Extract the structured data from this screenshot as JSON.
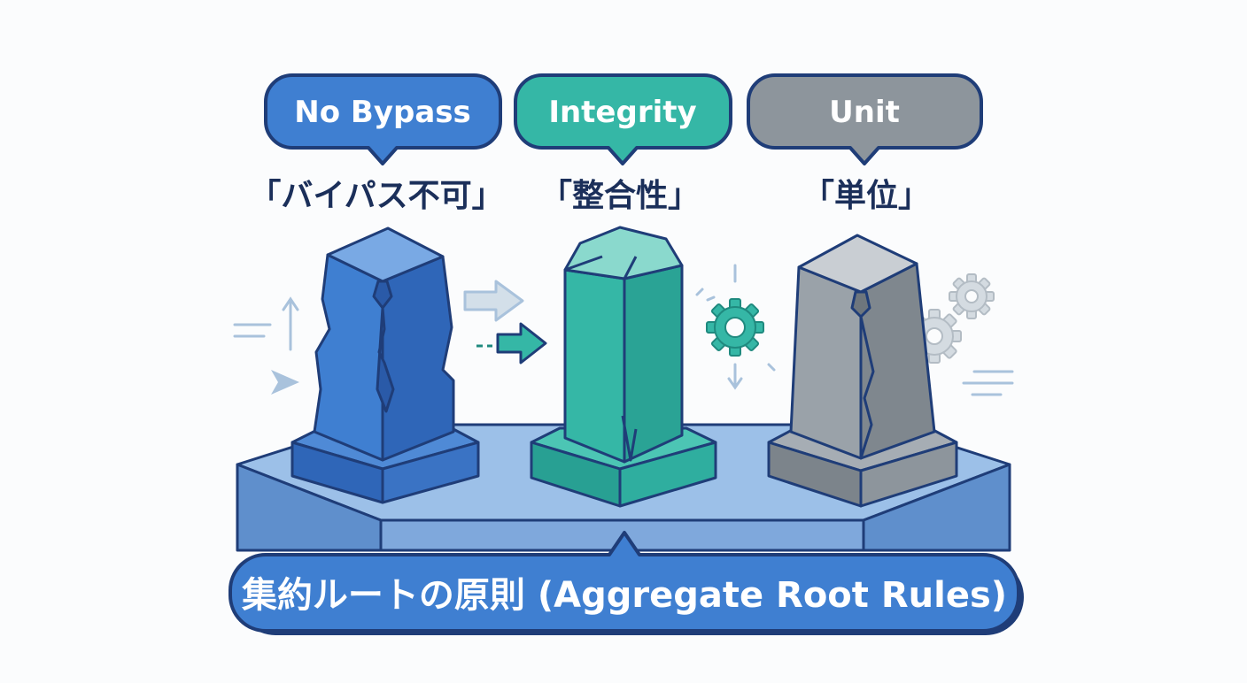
{
  "pillars": [
    {
      "label": "No Bypass",
      "caption": "「バイパス不可」",
      "color": "#3f7fd1"
    },
    {
      "label": "Integrity",
      "caption": "「整合性」",
      "color": "#35b7a6"
    },
    {
      "label": "Unit",
      "caption": "「単位」",
      "color": "#8d959c"
    }
  ],
  "footer": {
    "title": "集約ルートの原則 (Aggregate Root Rules)"
  },
  "colors": {
    "outline": "#1f3d78",
    "base_top": "#9cc0e8",
    "base_front": "#7fa8dc",
    "base_side": "#5f8fcc",
    "accent_light": "#a9c2dc",
    "teal_dark": "#1f8a7f"
  },
  "icons": [
    "arrow-right-icon",
    "gear-icon",
    "arrow-up-icon",
    "arrow-down-icon",
    "play-triangle-icon"
  ]
}
